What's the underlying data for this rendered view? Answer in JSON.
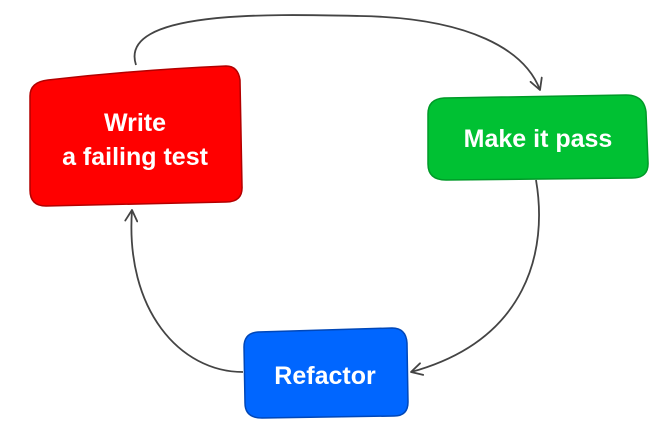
{
  "diagram": {
    "type": "cycle",
    "nodes": [
      {
        "id": "write",
        "lines": [
          "Write",
          "a failing test"
        ],
        "color": "#ff0000",
        "border": "#b30000"
      },
      {
        "id": "pass",
        "lines": [
          "Make it pass"
        ],
        "color": "#00c133",
        "border": "#009a28"
      },
      {
        "id": "refactor",
        "lines": [
          "Refactor"
        ],
        "color": "#0066ff",
        "border": "#0047b8"
      }
    ],
    "edges": [
      {
        "from": "write",
        "to": "pass"
      },
      {
        "from": "pass",
        "to": "refactor"
      },
      {
        "from": "refactor",
        "to": "write"
      }
    ],
    "arrow_color": "#444444"
  }
}
